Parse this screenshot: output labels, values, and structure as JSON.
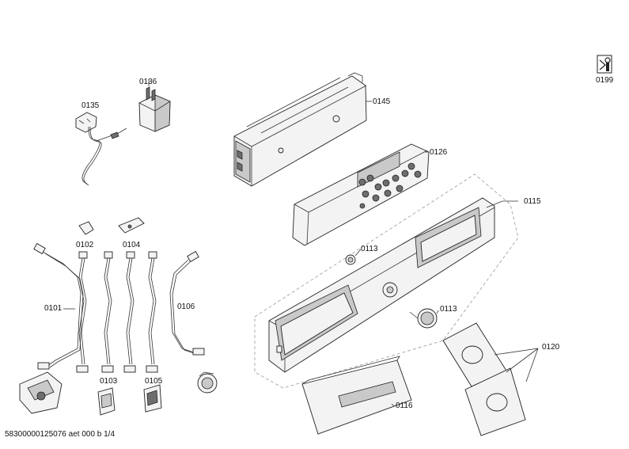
{
  "labels": {
    "l0135": "0135",
    "l0136": "0136",
    "l0145": "0145",
    "l0126": "0126",
    "l0115": "0115",
    "l0113a": "0113",
    "l0113b": "0113",
    "l0116": "0116",
    "l0120": "0120",
    "l0101": "0101",
    "l0102": "0102",
    "l0104": "0104",
    "l0106": "0106",
    "l0103": "0103",
    "l0105": "0105",
    "l0199": "0199"
  },
  "footer": "58300000125076 aet 000 b 1/4"
}
